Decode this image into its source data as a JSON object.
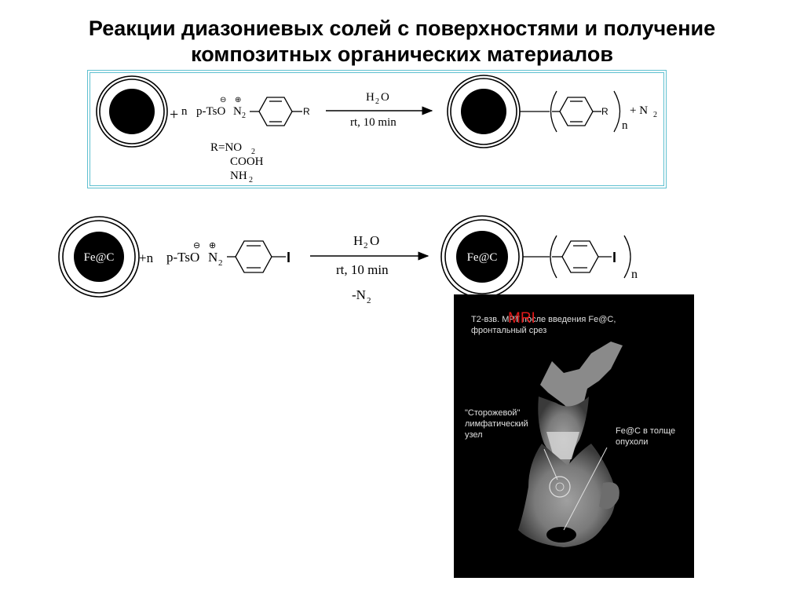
{
  "title": {
    "line1": "Реакции диазониевых солей с поверхностями и получение",
    "line2": "композитных органических материалов"
  },
  "scheme1": {
    "plus_n": "n",
    "reagent": "p-TsO",
    "reagent_n": "N",
    "reagent_n_sub": "2",
    "substituent": "R",
    "condition_top_main": "H",
    "condition_top_sub": "2",
    "condition_top_tail": "O",
    "condition_bottom": "rt, 10 min",
    "product_sub": "R",
    "product_n": "n",
    "byproduct": "+ N",
    "byproduct_sub": "2",
    "r_line1_main": "R=NO",
    "r_line1_sub": "2",
    "r_line2": "COOH",
    "r_line3_main": "NH",
    "r_line3_sub": "2"
  },
  "scheme2": {
    "core_label": "Fe@C",
    "plus_n": "+n",
    "reagent": "p-TsO",
    "reagent_n": "N",
    "reagent_n_sub": "2",
    "substituent": "I",
    "condition_top_main": "H",
    "condition_top_sub": "2",
    "condition_top_tail": "O",
    "condition_mid": "rt, 10 min",
    "condition_bottom_main": "-N",
    "condition_bottom_sub": "2",
    "product_core_label": "Fe@C",
    "product_sub": "I",
    "product_n": "n"
  },
  "mri": {
    "tag": "MRI",
    "caption_line1": "T2-взв. МРТ после введения Fe@C,",
    "caption_line2": "фронтальный срез",
    "label_left_line1": "\"Сторожевой\"",
    "label_left_line2": "лимфатический",
    "label_left_line3": "узел",
    "label_right_line1": "Fe@C в толще",
    "label_right_line2": "опухоли"
  }
}
